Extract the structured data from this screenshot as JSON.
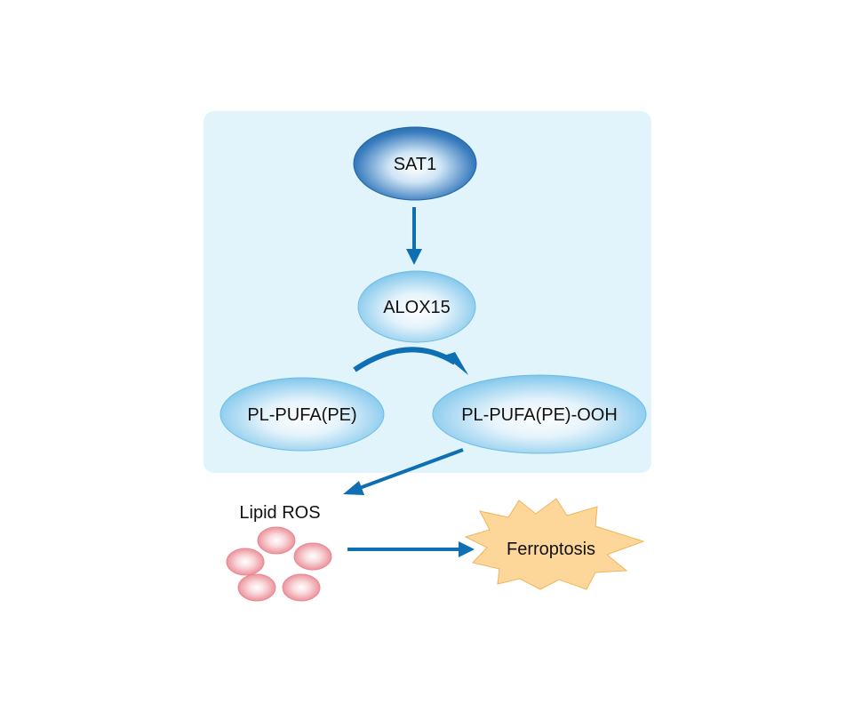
{
  "nodes": {
    "sat1": {
      "label": "SAT1"
    },
    "alox15": {
      "label": "ALOX15"
    },
    "pl_pufa": {
      "label": "PL-PUFA(PE)"
    },
    "pl_pufa_ooh": {
      "label": "PL-PUFA(PE)-OOH"
    },
    "lipid_ros": {
      "label": "Lipid ROS"
    },
    "ferroptosis": {
      "label": "Ferroptosis"
    }
  },
  "colors": {
    "panel": "#e1f4fb",
    "arrow": "#0e6fb3",
    "sat1_dark": "#1f65a8",
    "ellipse_light": "#7fc6ea",
    "ros_blob": "#ec8f97",
    "burst_fill": "#fdd79a",
    "burst_stroke": "#f3b45a"
  }
}
